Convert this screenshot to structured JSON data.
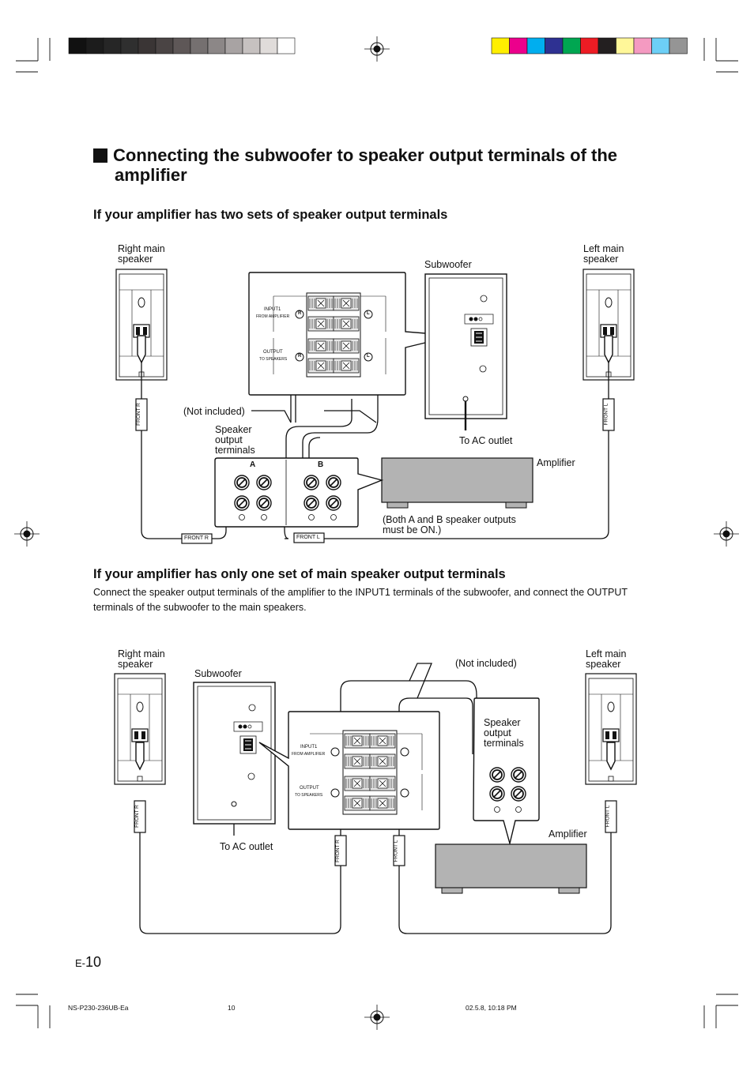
{
  "section": {
    "title_line1": "Connecting the subwoofer to speaker output terminals of the",
    "title_line2": "amplifier"
  },
  "diagram1": {
    "heading": "If your amplifier has two sets of speaker output terminals",
    "right_main_speaker": [
      "Right main",
      "speaker"
    ],
    "left_main_speaker": [
      "Left main",
      "speaker"
    ],
    "subwoofer": "Subwoofer",
    "not_included": "(Not included)",
    "speaker_output_terminals": [
      "Speaker",
      "output",
      "terminals"
    ],
    "to_ac_outlet": "To AC outlet",
    "amplifier": "Amplifier",
    "both_outputs_note": [
      "(Both A and B speaker outputs",
      "must be ON.)"
    ],
    "terminal_set_a": "A",
    "terminal_set_b": "B",
    "cable_front_r": "FRONT R",
    "cable_front_l": "FRONT L",
    "input1": "INPUT1",
    "from_amplifier": "FROM AMPLIFIER",
    "output": "OUTPUT",
    "to_speakers": "TO SPEAKERS",
    "channel_r": "R",
    "channel_l": "L"
  },
  "diagram2": {
    "heading": "If your amplifier has only one set of main speaker output terminals",
    "instructions": "Connect the speaker output terminals of the amplifier to the INPUT1 terminals of the subwoofer, and connect the OUTPUT terminals of the subwoofer to the main speakers.",
    "right_main_speaker": [
      "Right main",
      "speaker"
    ],
    "left_main_speaker": [
      "Left main",
      "speaker"
    ],
    "subwoofer": "Subwoofer",
    "not_included": "(Not included)",
    "speaker_output_terminals": [
      "Speaker",
      "output",
      "terminals"
    ],
    "to_ac_outlet": "To AC outlet",
    "amplifier": "Amplifier",
    "cable_front_r": "FRONT R",
    "cable_front_l": "FRONT L",
    "input1": "INPUT1",
    "from_amplifier": "FROM AMPLIFIER",
    "output": "OUTPUT",
    "to_speakers": "TO SPEAKERS"
  },
  "page_number": {
    "prefix": "E-",
    "number": "10"
  },
  "footer": {
    "code": "NS-P230-236UB-Ea",
    "page": "10",
    "timestamp": "02.5.8, 10:18 PM"
  },
  "colors": {
    "grayscale_bar": [
      "#111111",
      "#1c1c1c",
      "#262626",
      "#2f2f2f",
      "#3a3535",
      "#4a4444",
      "#5e5757",
      "#757070",
      "#8c8787",
      "#a8a3a3",
      "#c6c1c0",
      "#e0dcda",
      "#ffffff"
    ],
    "color_bar": [
      "#ffef00",
      "#ec008c",
      "#00aeef",
      "#2e3192",
      "#00a651",
      "#ed1c24",
      "#231f20",
      "#fff799",
      "#f49ac1",
      "#6dcff6",
      "#959595"
    ],
    "amplifier_fill": "#b3b3b3",
    "line": "#111111"
  }
}
